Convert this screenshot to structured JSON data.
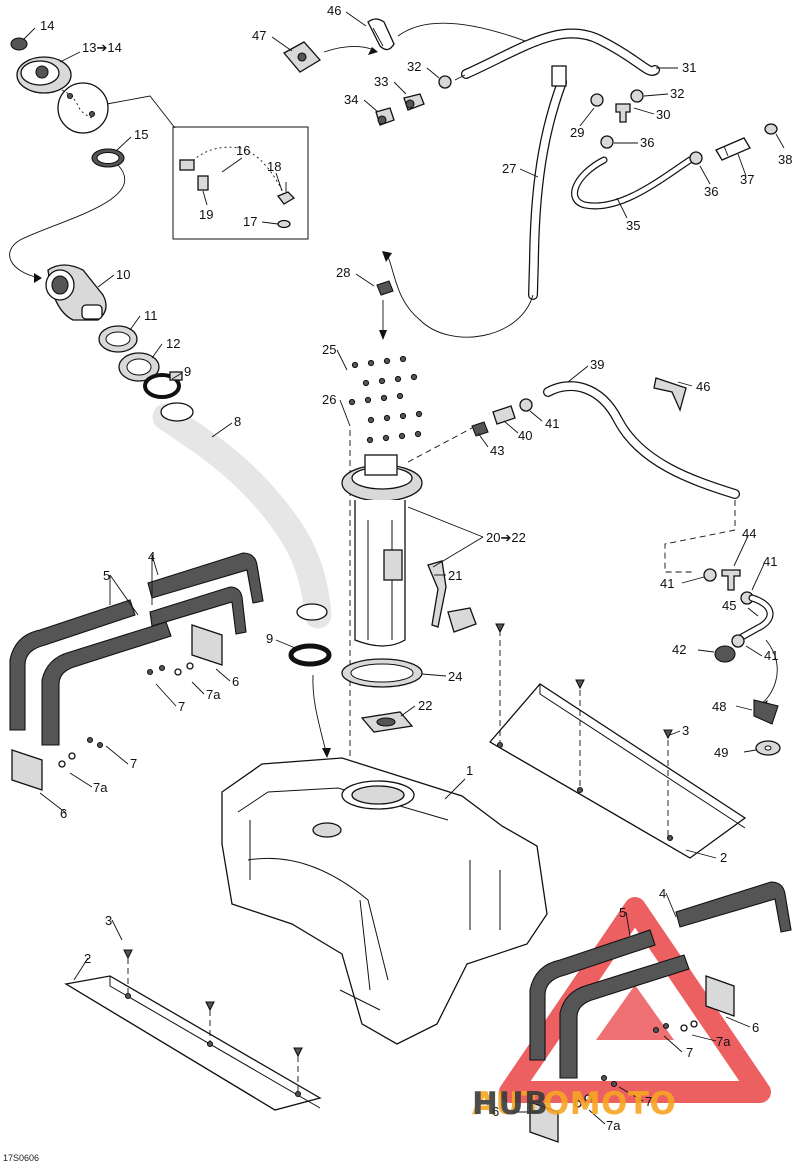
{
  "diagram_code": "17S0606",
  "watermark": {
    "brand_a": "AUTOMOTO",
    "brand_b": "HUB",
    "color_a": "#f6a623",
    "color_b": "#3a3a3a",
    "triangle_color": "#e8393c"
  },
  "callouts": [
    {
      "id": "c14",
      "text": "14"
    },
    {
      "id": "c13",
      "text": "13➔14"
    },
    {
      "id": "c15",
      "text": "15"
    },
    {
      "id": "c16",
      "text": "16"
    },
    {
      "id": "c18",
      "text": "18"
    },
    {
      "id": "c19",
      "text": "19"
    },
    {
      "id": "c17",
      "text": "17"
    },
    {
      "id": "c10",
      "text": "10"
    },
    {
      "id": "c11",
      "text": "11"
    },
    {
      "id": "c12",
      "text": "12"
    },
    {
      "id": "c9a",
      "text": "9"
    },
    {
      "id": "c8",
      "text": "8"
    },
    {
      "id": "c46a",
      "text": "46"
    },
    {
      "id": "c47",
      "text": "47"
    },
    {
      "id": "c32a",
      "text": "32"
    },
    {
      "id": "c33",
      "text": "33"
    },
    {
      "id": "c34",
      "text": "34"
    },
    {
      "id": "c31",
      "text": "31"
    },
    {
      "id": "c32b",
      "text": "32"
    },
    {
      "id": "c29",
      "text": "29"
    },
    {
      "id": "c30",
      "text": "30"
    },
    {
      "id": "c36a",
      "text": "36"
    },
    {
      "id": "c27",
      "text": "27"
    },
    {
      "id": "c36b",
      "text": "36"
    },
    {
      "id": "c37",
      "text": "37"
    },
    {
      "id": "c38",
      "text": "38"
    },
    {
      "id": "c35",
      "text": "35"
    },
    {
      "id": "c28",
      "text": "28"
    },
    {
      "id": "c25",
      "text": "25"
    },
    {
      "id": "c26",
      "text": "26"
    },
    {
      "id": "c39",
      "text": "39"
    },
    {
      "id": "c46b",
      "text": "46"
    },
    {
      "id": "c40",
      "text": "40"
    },
    {
      "id": "c41a",
      "text": "41"
    },
    {
      "id": "c43",
      "text": "43"
    },
    {
      "id": "c2022",
      "text": "20➔22"
    },
    {
      "id": "c21",
      "text": "21"
    },
    {
      "id": "c44",
      "text": "44"
    },
    {
      "id": "c41b",
      "text": "41"
    },
    {
      "id": "c41c",
      "text": "41"
    },
    {
      "id": "c45",
      "text": "45"
    },
    {
      "id": "c42",
      "text": "42"
    },
    {
      "id": "c41d",
      "text": "41"
    },
    {
      "id": "c9b",
      "text": "9"
    },
    {
      "id": "c24",
      "text": "24"
    },
    {
      "id": "c22",
      "text": "22"
    },
    {
      "id": "c48",
      "text": "48"
    },
    {
      "id": "c3a",
      "text": "3"
    },
    {
      "id": "c49",
      "text": "49"
    },
    {
      "id": "c1",
      "text": "1"
    },
    {
      "id": "c2a",
      "text": "2"
    },
    {
      "id": "c4a",
      "text": "4"
    },
    {
      "id": "c5a",
      "text": "5"
    },
    {
      "id": "c6a",
      "text": "6"
    },
    {
      "id": "c7a1",
      "text": "7a"
    },
    {
      "id": "c7a",
      "text": "7"
    },
    {
      "id": "c7b",
      "text": "7"
    },
    {
      "id": "c7a2",
      "text": "7a"
    },
    {
      "id": "c6b",
      "text": "6"
    },
    {
      "id": "c3b",
      "text": "3"
    },
    {
      "id": "c2b",
      "text": "2"
    },
    {
      "id": "c4b",
      "text": "4"
    },
    {
      "id": "c5b",
      "text": "5"
    },
    {
      "id": "c6c",
      "text": "6"
    },
    {
      "id": "c7c",
      "text": "7"
    },
    {
      "id": "c7a3",
      "text": "7a"
    },
    {
      "id": "c7d",
      "text": "7"
    },
    {
      "id": "c6d",
      "text": "6"
    },
    {
      "id": "c7a4",
      "text": "7a"
    }
  ]
}
